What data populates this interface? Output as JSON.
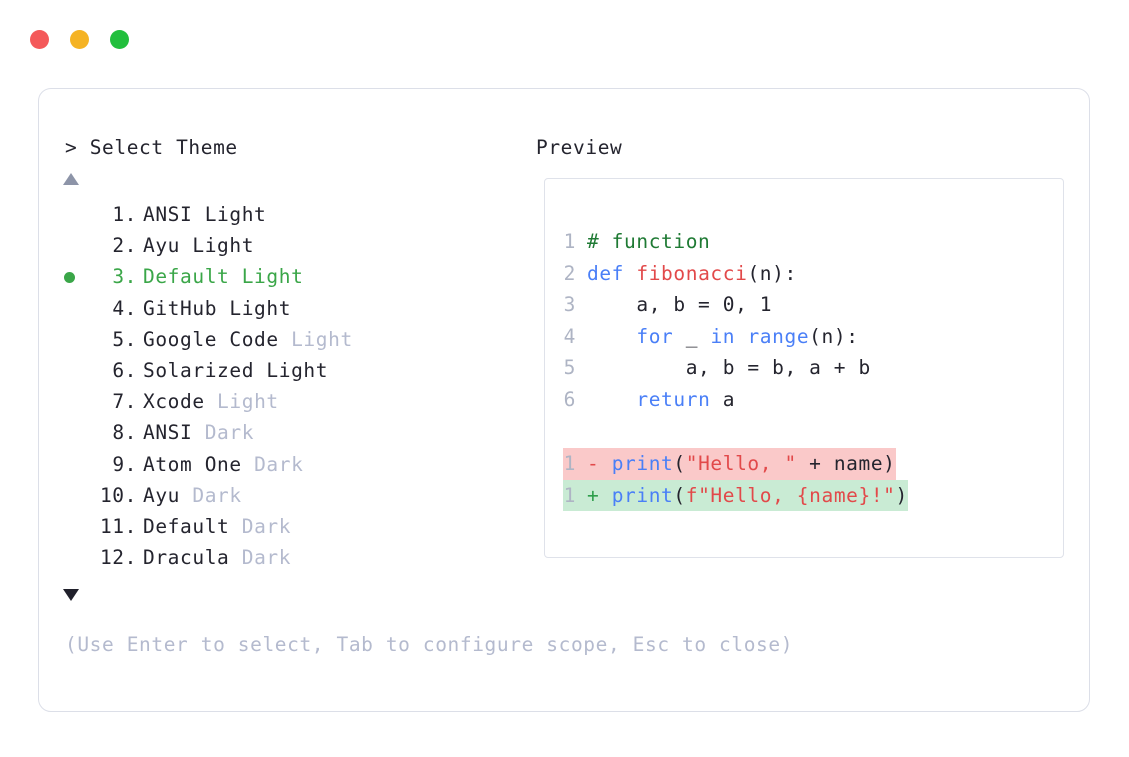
{
  "window": {
    "controls": [
      {
        "name": "close",
        "color": "#f4595a"
      },
      {
        "name": "minimize",
        "color": "#f5b324"
      },
      {
        "name": "maximize",
        "color": "#22bf3d"
      }
    ]
  },
  "selector": {
    "prompt_caret": ">",
    "prompt_label": "Select Theme",
    "scroll_up_icon": "triangle-up",
    "scroll_down_icon": "triangle-down",
    "selected_index": 3,
    "selected_color": "#3aa648",
    "variant_color": "#b4bace",
    "items": [
      {
        "index": "1.",
        "label": "ANSI Light",
        "variant": "",
        "selected": false
      },
      {
        "index": "2.",
        "label": "Ayu Light",
        "variant": "",
        "selected": false
      },
      {
        "index": "3.",
        "label": "Default Light",
        "variant": "",
        "selected": true
      },
      {
        "index": "4.",
        "label": "GitHub Light",
        "variant": "",
        "selected": false
      },
      {
        "index": "5.",
        "label": "Google Code ",
        "variant": "Light",
        "selected": false
      },
      {
        "index": "6.",
        "label": "Solarized Light",
        "variant": "",
        "selected": false
      },
      {
        "index": "7.",
        "label": "Xcode ",
        "variant": "Light",
        "selected": false
      },
      {
        "index": "8.",
        "label": "ANSI ",
        "variant": "Dark",
        "selected": false
      },
      {
        "index": "9.",
        "label": "Atom One ",
        "variant": "Dark",
        "selected": false
      },
      {
        "index": "10.",
        "label": "Ayu ",
        "variant": "Dark",
        "selected": false
      },
      {
        "index": "11.",
        "label": "Default ",
        "variant": "Dark",
        "selected": false
      },
      {
        "index": "12.",
        "label": "Dracula ",
        "variant": "Dark",
        "selected": false
      }
    ],
    "hint": "(Use Enter to select, Tab to configure scope, Esc to close)"
  },
  "preview": {
    "title": "Preview",
    "code_lines": [
      {
        "num": "1",
        "tokens": [
          {
            "t": "# function",
            "c": "comment"
          }
        ]
      },
      {
        "num": "2",
        "tokens": [
          {
            "t": "def ",
            "c": "keyword"
          },
          {
            "t": "fibonacci",
            "c": "func"
          },
          {
            "t": "(n):",
            "c": "plain"
          }
        ]
      },
      {
        "num": "3",
        "tokens": [
          {
            "t": "    a, b = ",
            "c": "plain"
          },
          {
            "t": "0",
            "c": "number"
          },
          {
            "t": ", ",
            "c": "plain"
          },
          {
            "t": "1",
            "c": "number"
          }
        ]
      },
      {
        "num": "4",
        "tokens": [
          {
            "t": "    ",
            "c": "plain"
          },
          {
            "t": "for",
            "c": "keyword"
          },
          {
            "t": " _ ",
            "c": "plain"
          },
          {
            "t": "in",
            "c": "keyword"
          },
          {
            "t": " ",
            "c": "plain"
          },
          {
            "t": "range",
            "c": "keyword"
          },
          {
            "t": "(n):",
            "c": "plain"
          }
        ]
      },
      {
        "num": "5",
        "tokens": [
          {
            "t": "        a, b = b, a + b",
            "c": "plain"
          }
        ]
      },
      {
        "num": "6",
        "tokens": [
          {
            "t": "    ",
            "c": "plain"
          },
          {
            "t": "return",
            "c": "keyword"
          },
          {
            "t": " a",
            "c": "plain"
          }
        ]
      }
    ],
    "diff_lines": [
      {
        "num": "1",
        "sign": "-",
        "kind": "del",
        "bg": "#fac9c9",
        "tokens": [
          {
            "t": "print",
            "c": "keyword"
          },
          {
            "t": "(",
            "c": "plain"
          },
          {
            "t": "\"Hello, \"",
            "c": "string"
          },
          {
            "t": " + name)",
            "c": "plain"
          }
        ]
      },
      {
        "num": "1",
        "sign": "+",
        "kind": "add",
        "bg": "#c9ebd4",
        "tokens": [
          {
            "t": "print",
            "c": "keyword"
          },
          {
            "t": "(",
            "c": "plain"
          },
          {
            "t": "f\"Hello, {name}!\"",
            "c": "string"
          },
          {
            "t": ")",
            "c": "plain"
          }
        ]
      }
    ]
  }
}
